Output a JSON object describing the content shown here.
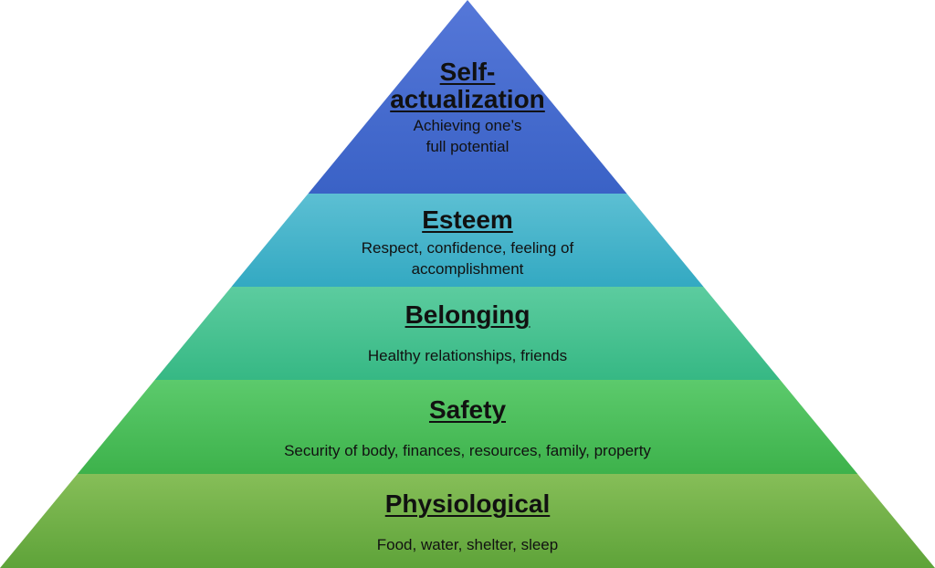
{
  "pyramid": {
    "levels": [
      {
        "title": "Self-actualization",
        "title_lines": [
          "Self-",
          "actualization"
        ],
        "description_lines": [
          "Achieving one’s",
          "full potential"
        ],
        "color_top": "#5577d8",
        "color_bottom": "#3a62c6"
      },
      {
        "title": "Esteem",
        "title_lines": [
          "Esteem"
        ],
        "description_lines": [
          "Respect, confidence, feeling of",
          "accomplishment"
        ],
        "color_top": "#5cbfd3",
        "color_bottom": "#33a9c2"
      },
      {
        "title": "Belonging",
        "title_lines": [
          "Belonging"
        ],
        "description_lines": [
          "Healthy relationships, friends"
        ],
        "color_top": "#5ccc9f",
        "color_bottom": "#36b884"
      },
      {
        "title": "Safety",
        "title_lines": [
          "Safety"
        ],
        "description_lines": [
          "Security of body, finances, resources, family, property"
        ],
        "color_top": "#5cca6c",
        "color_bottom": "#3db24b"
      },
      {
        "title": "Physiological",
        "title_lines": [
          "Physiological"
        ],
        "description_lines": [
          "Food, water, shelter, sleep"
        ],
        "color_top": "#86be58",
        "color_bottom": "#5ea339"
      }
    ]
  }
}
